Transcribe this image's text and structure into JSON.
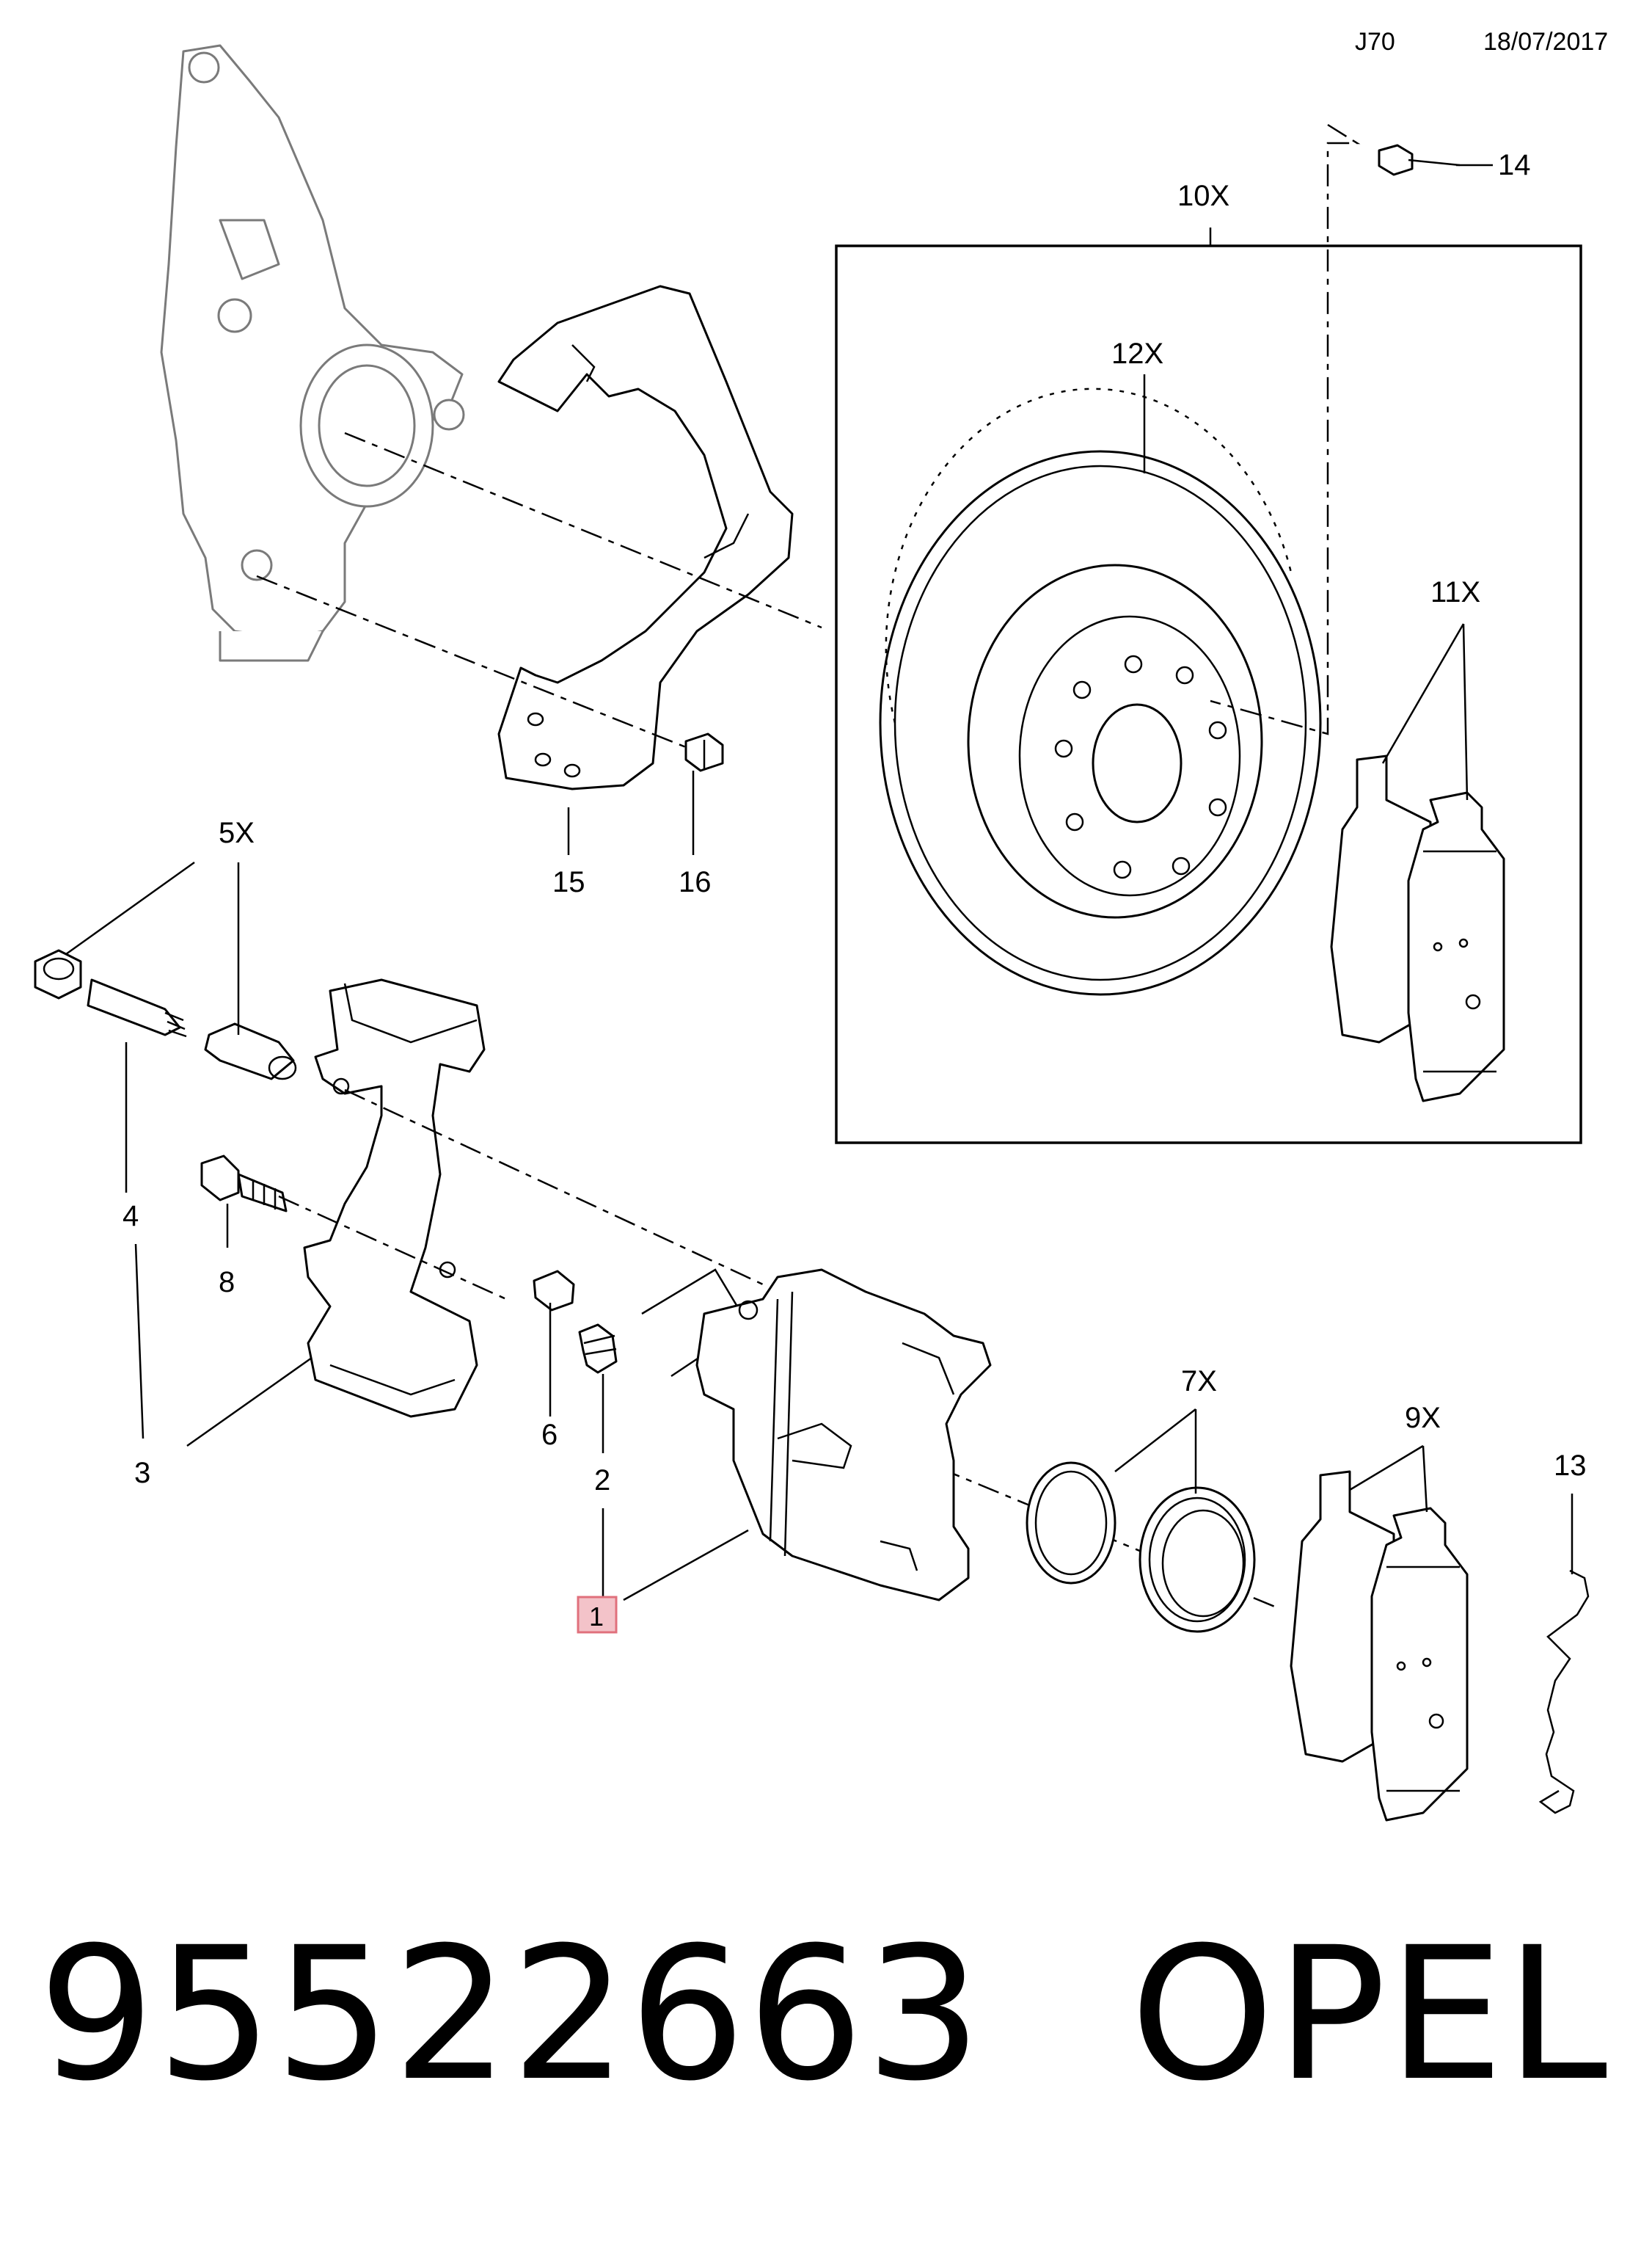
{
  "header": {
    "code": "J70",
    "date": "18/07/2017"
  },
  "callouts": {
    "c1": "1",
    "c2": "2",
    "c3": "3",
    "c4": "4",
    "c5x": "5X",
    "c6": "6",
    "c7x": "7X",
    "c8": "8",
    "c9x": "9X",
    "c10x": "10X",
    "c11x": "11X",
    "c12x": "12X",
    "c13": "13",
    "c14": "14",
    "c15": "15",
    "c16": "16"
  },
  "highlight": {
    "callout": "1",
    "color": "#f3c3c9",
    "border": "#e0707c"
  },
  "footer": {
    "part_number": "95522663",
    "brand": "OPEL"
  }
}
